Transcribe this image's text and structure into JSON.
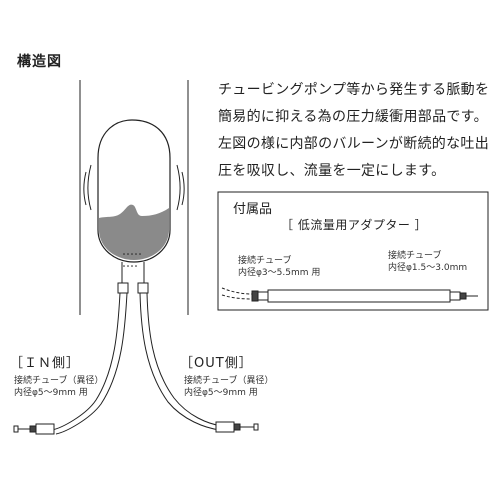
{
  "title": "構造図",
  "description": [
    "チュービングポンプ等から発生する脈動を",
    "簡易的に抑える為の圧力緩衝用部品です。",
    "左図の様に内部のバルーンが断続的な吐出",
    "圧を吸収し、流量を一定にします。"
  ],
  "accessories": {
    "heading": "付属品",
    "adapter_label": "［ 低流量用アダプター ］",
    "left_tube": {
      "line1": "接続チューブ",
      "line2": "内径φ3～5.5mm 用"
    },
    "right_tube": {
      "line1": "接続チューブ",
      "line2": "内径φ1.5～3.0mm"
    }
  },
  "in_side": {
    "label": "［ＩＮ側］",
    "line1": "接続チューブ（異径）",
    "line2": "内径φ5～9mm 用"
  },
  "out_side": {
    "label": "［OUT側］",
    "line1": "接続チューブ（異径）",
    "line2": "内径φ5～9mm 用"
  },
  "colors": {
    "fluid": "#8a8a8a",
    "line": "#222222"
  }
}
